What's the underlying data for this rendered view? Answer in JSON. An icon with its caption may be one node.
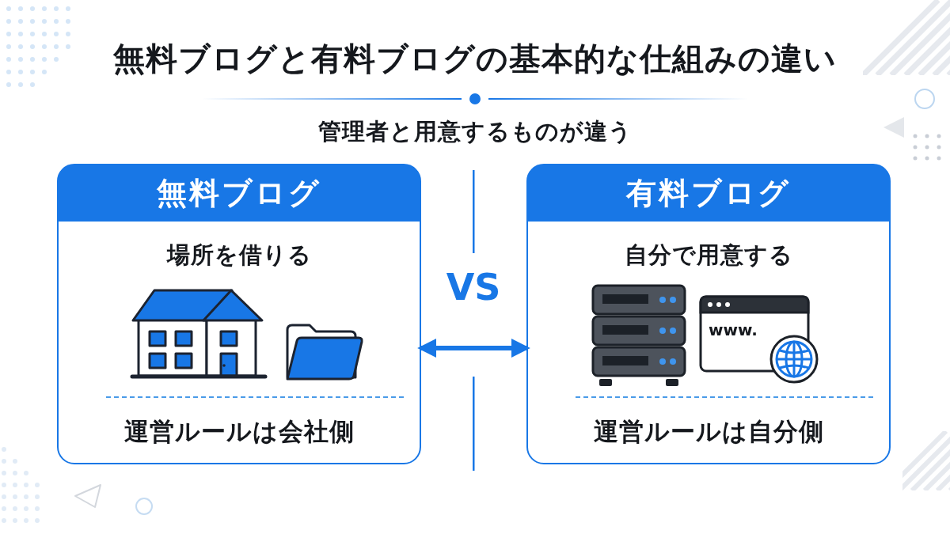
{
  "diagram": {
    "title": "無料ブログと有料ブログの基本的な仕組みの違い",
    "nodes": [
      {
        "text": [
          "無料ブログ",
          "場所を借りる",
          "運営ルールは会社側"
        ]
      },
      {
        "text": [
          "有料ブログ",
          "自分で用意する",
          "運営ルールは自分側"
        ]
      }
    ],
    "edges": [
      {
        "from": 0,
        "to": 1,
        "arrow": "both"
      }
    ],
    "labels": [
      "管理者と用意するものが違う",
      "VS",
      "www."
    ]
  }
}
